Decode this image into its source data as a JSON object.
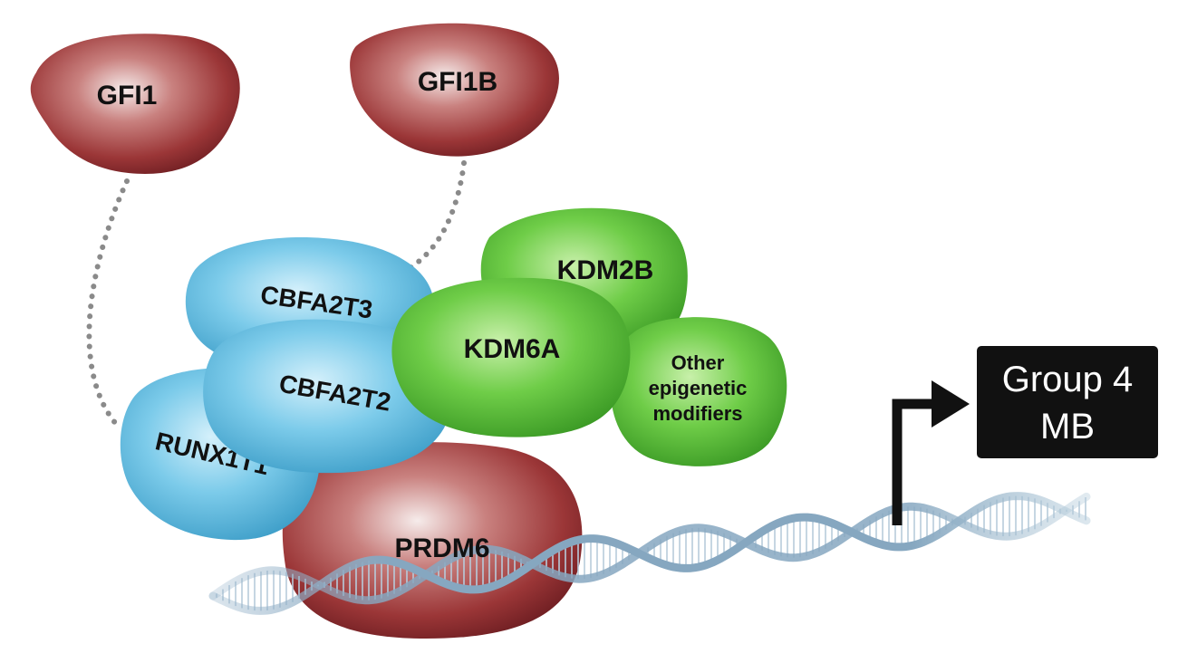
{
  "proteins": {
    "gfi1": "GFI1",
    "gfi1b": "GFI1B",
    "cbfa2t3": "CBFA2T3",
    "cbfa2t2": "CBFA2T2",
    "runx1t1": "RUNX1T1",
    "kdm2b": "KDM2B",
    "kdm6a": "KDM6A",
    "other": [
      "Other",
      "epigenetic",
      "modifiers"
    ],
    "prdm6": "PRDM6"
  },
  "target": {
    "line1": "Group 4",
    "line2": "MB"
  },
  "colors": {
    "red_protein": "#9e3a3c",
    "blue_protein": "#5ab8dc",
    "green_protein": "#5cbf3c",
    "dna": "#8fb0c8",
    "connector": "#8a8a8a",
    "target_box": "#111111"
  }
}
